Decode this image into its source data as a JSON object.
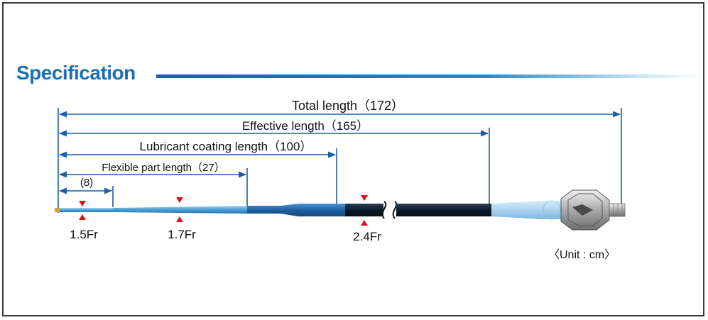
{
  "title": "Specification",
  "dimensions": [
    {
      "id": "total",
      "label": "Total length（172）"
    },
    {
      "id": "effective",
      "label": "Effective length（165）"
    },
    {
      "id": "lubricant",
      "label": "Lubricant coating length（100）"
    },
    {
      "id": "flexible",
      "label": "Flexible part length（27）"
    },
    {
      "id": "tip",
      "label": "(8)"
    }
  ],
  "diameters": [
    {
      "id": "d1",
      "label": "1.5Fr"
    },
    {
      "id": "d2",
      "label": "1.7Fr"
    },
    {
      "id": "d3",
      "label": "2.4Fr"
    }
  ],
  "unit": "〈Unit : cm〉",
  "colors": {
    "heading": "#1a6fb5",
    "marker": "#d8141b",
    "shaft_dark": "#0d1a2b",
    "shaft_blue": "#1f5f9f"
  }
}
